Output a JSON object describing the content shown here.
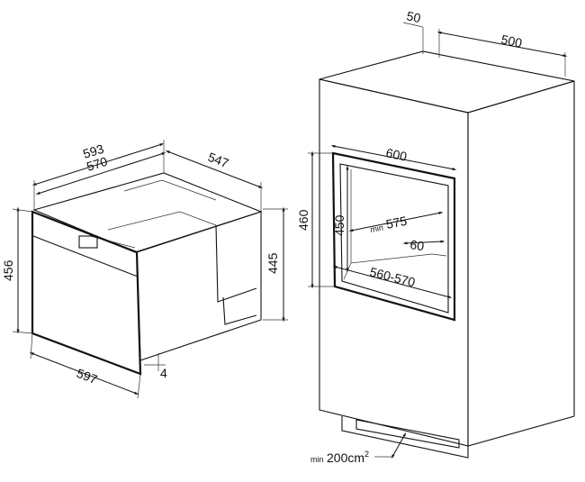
{
  "oven": {
    "width_outer": "593",
    "width_inner": "570",
    "depth": "547",
    "height_front": "456",
    "height_body": "445",
    "front_width": "597",
    "gap": "4"
  },
  "cabinet": {
    "offset_top": "50",
    "depth_top": "500",
    "niche_width": "600",
    "niche_height": "460",
    "inner_height": "450",
    "min_prefix": "min",
    "min_depth": "575",
    "side_clearance": "60",
    "bottom_range": "560-570",
    "vent_min_prefix": "min",
    "vent_area": "200cm",
    "vent_area_sup": "2"
  }
}
